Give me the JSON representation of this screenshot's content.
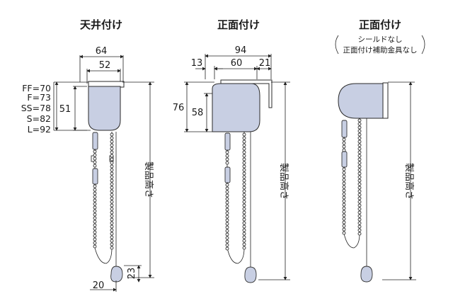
{
  "panels": [
    {
      "id": "ceiling",
      "title": "天井付け",
      "subtitle": []
    },
    {
      "id": "front",
      "title": "正面付け",
      "subtitle": []
    },
    {
      "id": "front-nosheild",
      "title": "正面付け",
      "subtitle": [
        "シールドなし",
        "正面付け補助金具なし"
      ]
    }
  ],
  "dims": {
    "ceiling": {
      "width_top": "64",
      "width_inner": "52",
      "height": "51",
      "chain_offset": "20",
      "weight_height": "23"
    },
    "front": {
      "total": "94",
      "left": "13",
      "mid": "60",
      "right": "21",
      "height_outer": "76",
      "height_inner": "58"
    }
  },
  "heights_list": [
    "FF=70",
    "F=73",
    "SS=78",
    "S=82",
    "L=92"
  ],
  "product_height_label": "製品高さ",
  "colors": {
    "body": "#c8cfe3",
    "line": "#222222"
  }
}
